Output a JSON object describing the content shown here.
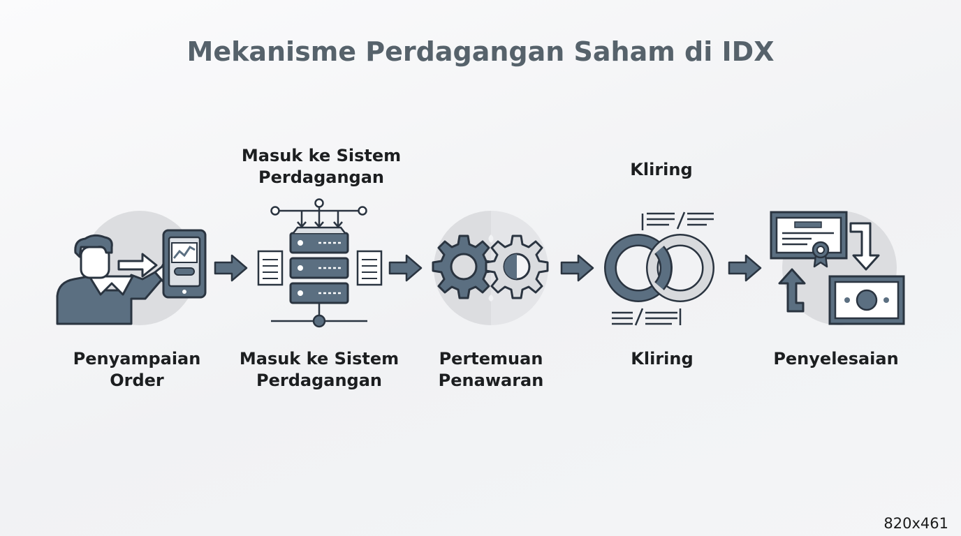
{
  "title": "Mekanisme Perdagangan Saham di IDX",
  "top_labels": {
    "system": [
      "Masuk ke Sistem",
      "Perdagangan"
    ],
    "clearing": [
      "Kliring"
    ]
  },
  "steps": [
    {
      "label": [
        "Penyampaian",
        "Order"
      ],
      "icon": "person-phone-icon"
    },
    {
      "label": [
        "Masuk ke Sistem",
        "Perdagangan"
      ],
      "icon": "server-icon"
    },
    {
      "label": [
        "Pertemuan",
        "Penawaran"
      ],
      "icon": "gears-icon"
    },
    {
      "label": [
        "Kliring"
      ],
      "icon": "rings-icon"
    },
    {
      "label": [
        "Penyelesaian"
      ],
      "icon": "certificate-money-icon"
    }
  ],
  "watermark": "820x461",
  "colors": {
    "icon": "#5b6f81",
    "outline": "#2a3440",
    "circle": "#dcdde0",
    "light": "#dadcdf"
  }
}
